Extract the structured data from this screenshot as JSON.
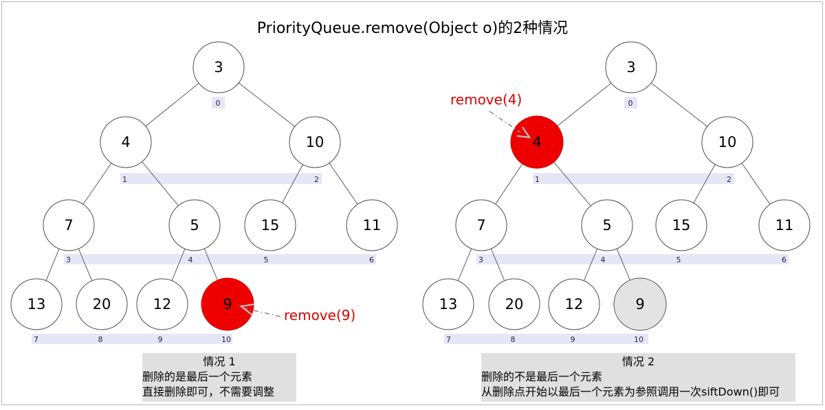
{
  "title": "PriorityQueue.remove(Object o)的2种情况",
  "left": {
    "nodes": [
      "3",
      "4",
      "10",
      "7",
      "5",
      "15",
      "11",
      "13",
      "20",
      "12",
      "9"
    ],
    "indices": [
      "0",
      "1",
      "2",
      "3",
      "4",
      "5",
      "6",
      "7",
      "8",
      "9",
      "10"
    ],
    "remove_label": "remove(9)",
    "caption_title": "情况 1",
    "caption_line1": "删除的是最后一个元素",
    "caption_line2": "直接删除即可，不需要调整"
  },
  "right": {
    "nodes": [
      "3",
      "4",
      "10",
      "7",
      "5",
      "15",
      "11",
      "13",
      "20",
      "12",
      "9"
    ],
    "indices": [
      "0",
      "1",
      "2",
      "3",
      "4",
      "5",
      "6",
      "7",
      "8",
      "9",
      "10"
    ],
    "remove_label": "remove(4)",
    "caption_title": "情况 2",
    "caption_line1": "删除的不是最后一个元素",
    "caption_line2": "从删除点开始以最后一个元素为参照调用一次siftDown()即可"
  },
  "colors": {
    "node_fill": "#ffffff",
    "node_stroke": "#4c4c4c",
    "edge": "#4c4c4c",
    "highlight_red": "#ee0000",
    "highlight_red_border": "#cc0000",
    "removed_gray": "#e3e3e3",
    "index_bar": "#e6e6f7",
    "index_text": "#1f1f3f",
    "caption_bg": "#e0e0e0",
    "remove_text": "#dd0000",
    "arrow": "#909090",
    "arrow_head": "#bbbbbb",
    "frame_border": "#b4b4b4"
  }
}
